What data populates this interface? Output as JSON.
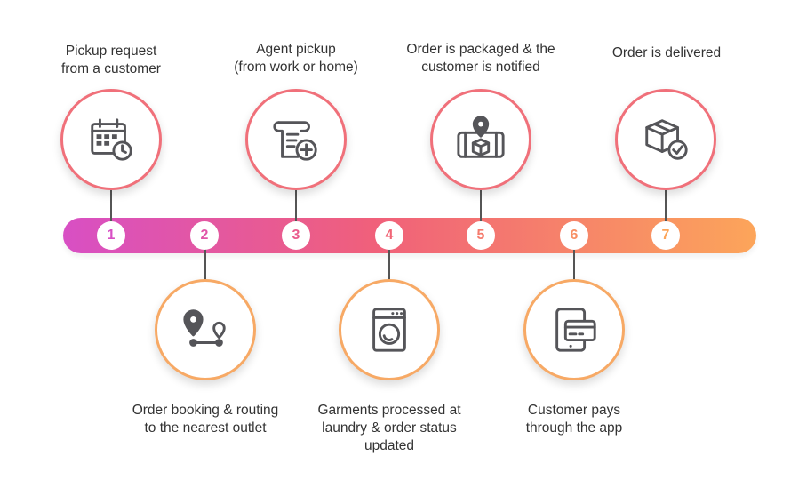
{
  "colors": {
    "gradient_start": "#d84fc4",
    "gradient_mid": "#f0607a",
    "gradient_end": "#fca55a",
    "top_ring": "#f0707a",
    "bottom_ring": "#f7a965",
    "icon": "#555559",
    "text": "#333333"
  },
  "steps": [
    {
      "number": "1",
      "label": "Pickup request\nfrom a customer",
      "icon": "calendar-clock-icon",
      "position": "top"
    },
    {
      "number": "2",
      "label": "Order booking & routing\nto the nearest outlet",
      "icon": "route-pins-icon",
      "position": "bottom"
    },
    {
      "number": "3",
      "label": "Agent pickup\n(from work or home)",
      "icon": "scroll-add-icon",
      "position": "top"
    },
    {
      "number": "4",
      "label": "Garments processed at\nlaundry & order status\nupdated",
      "icon": "washing-machine-icon",
      "position": "bottom"
    },
    {
      "number": "5",
      "label": "Order is packaged & the\ncustomer is notified",
      "icon": "phone-package-location-icon",
      "position": "top"
    },
    {
      "number": "6",
      "label": "Customer pays\nthrough the app",
      "icon": "tablet-card-icon",
      "position": "bottom"
    },
    {
      "number": "7",
      "label": "Order is delivered",
      "icon": "box-check-icon",
      "position": "top"
    }
  ]
}
